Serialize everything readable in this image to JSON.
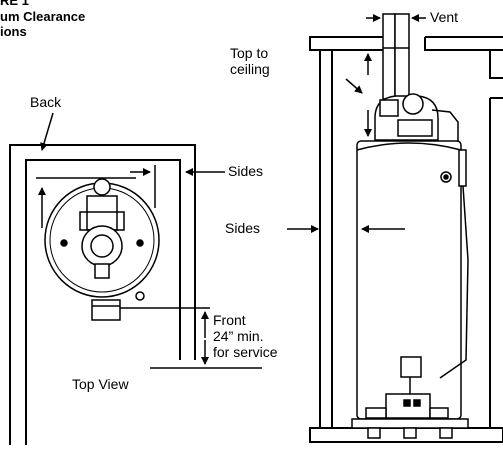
{
  "title": {
    "line1": "RE 1",
    "line2": "um Clearance",
    "line3": "ions"
  },
  "labels": {
    "vent": "Vent",
    "top_to_ceiling_1": "Top to",
    "top_to_ceiling_2": "ceiling",
    "back": "Back",
    "sides_top_view": "Sides",
    "sides_front_view": "Sides",
    "front_1": "Front",
    "front_2": "24” min.",
    "front_3": "for service",
    "top_view": "Top View"
  },
  "colors": {
    "line": "#000000",
    "background": "#ffffff",
    "tank_fill": "#ffffff"
  }
}
